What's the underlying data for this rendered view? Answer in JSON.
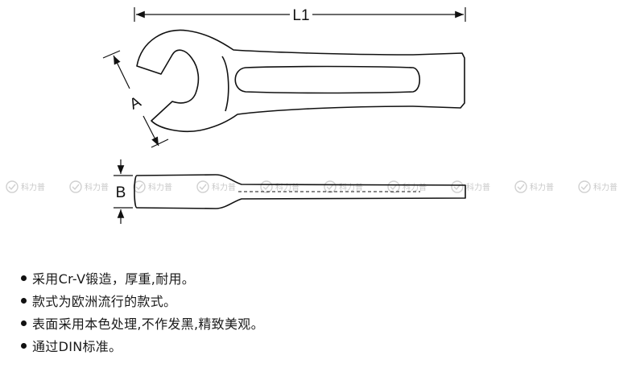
{
  "diagram": {
    "dimension_labels": {
      "length": "L1",
      "jaw_opening": "A",
      "thickness": "B"
    },
    "watermark_text": "科力普"
  },
  "features": [
    "采用Cr-V锻造，厚重,耐用。",
    "款式为欧洲流行的款式。",
    "表面采用本色处理,不作发黑,精致美观。",
    "通过DIN标准。"
  ]
}
